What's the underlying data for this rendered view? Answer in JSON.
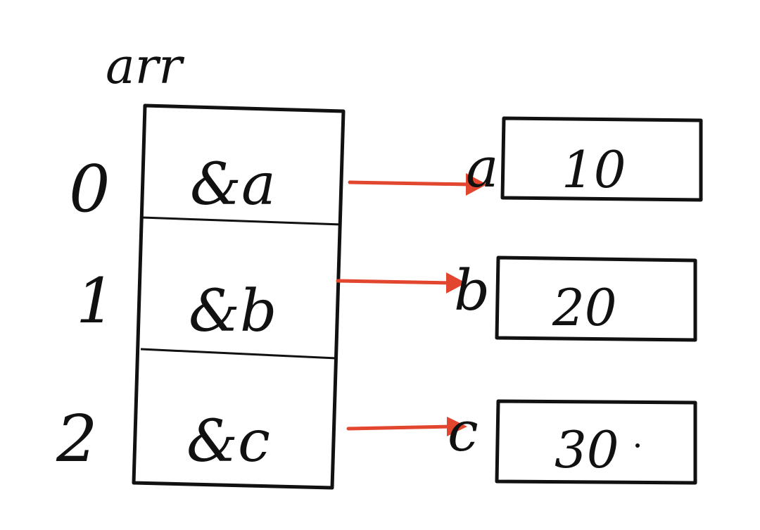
{
  "diagram": {
    "array_name": "arr",
    "indices": [
      "0",
      "1",
      "2"
    ],
    "cells": [
      "&a",
      "&b",
      "&c"
    ],
    "variables": [
      {
        "name": "a",
        "value": "10"
      },
      {
        "name": "b",
        "value": "20"
      },
      {
        "name": "c",
        "value": "30"
      }
    ],
    "colors": {
      "ink": "#111111",
      "arrow": "#e2462f",
      "background": "#ffffff"
    }
  }
}
